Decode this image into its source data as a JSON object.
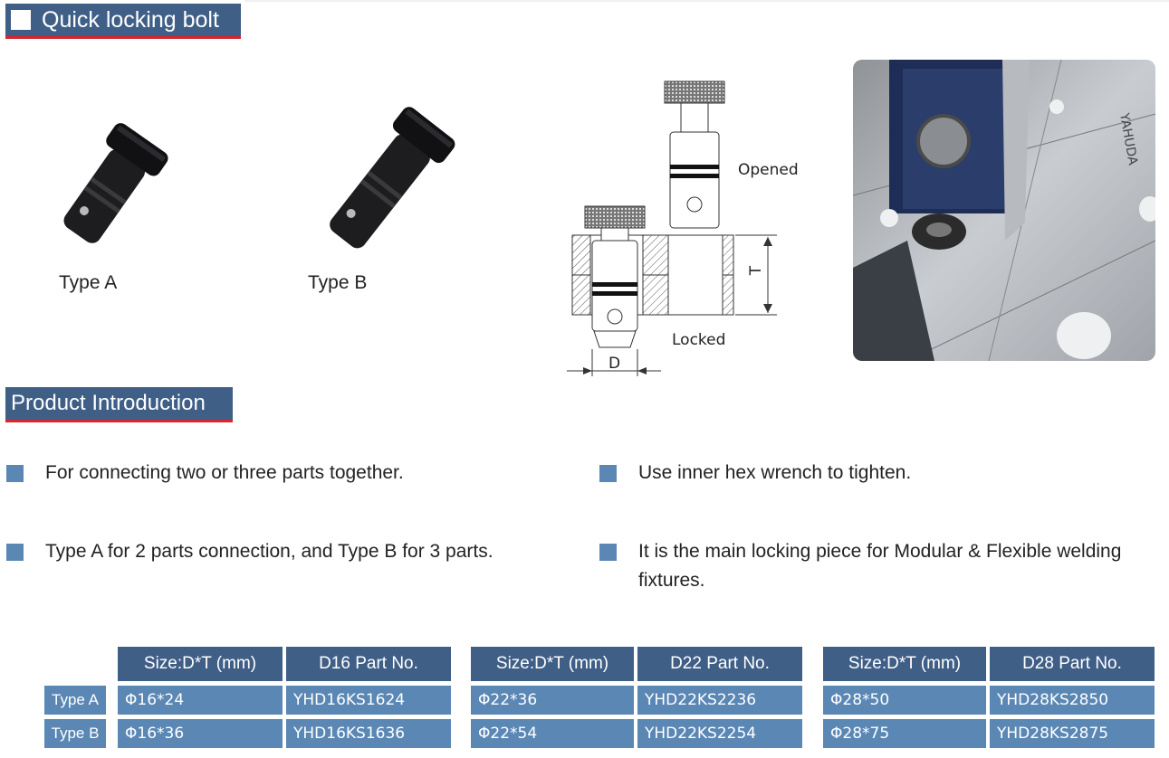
{
  "header1": {
    "title": "Quick locking bolt"
  },
  "header2": {
    "title": "Product Introduction"
  },
  "types": {
    "a": "Type A",
    "b": "Type B"
  },
  "diagram": {
    "opened": "Opened",
    "locked": "Locked",
    "dim_d": "D",
    "dim_t": "T"
  },
  "photo": {
    "engraving": "YAHUDA"
  },
  "bullets": [
    "For connecting two or three parts together.",
    "Use inner hex wrench to tighten.",
    "Type A for 2 parts connection, and Type B for 3 parts.",
    "It is the main locking piece for Modular & Flexible welding fixtures."
  ],
  "row_labels": [
    "Type A",
    "Type B"
  ],
  "tables": [
    {
      "size_header": "Size:D*T (mm)",
      "part_header": "D16 Part No.",
      "rows": [
        {
          "size": "Φ16*24",
          "part": "YHD16KS1624"
        },
        {
          "size": "Φ16*36",
          "part": "YHD16KS1636"
        }
      ]
    },
    {
      "size_header": "Size:D*T (mm)",
      "part_header": "D22 Part No.",
      "rows": [
        {
          "size": "Φ22*36",
          "part": "YHD22KS2236"
        },
        {
          "size": "Φ22*54",
          "part": "YHD22KS2254"
        }
      ]
    },
    {
      "size_header": "Size:D*T (mm)",
      "part_header": "D28 Part No.",
      "rows": [
        {
          "size": "Φ28*50",
          "part": "YHD28KS2850"
        },
        {
          "size": "Φ28*75",
          "part": "YHD28KS2875"
        }
      ]
    }
  ],
  "colors": {
    "header_bg": "#3f5f87",
    "accent_red": "#d8262c",
    "cell_bg": "#5b87b5"
  }
}
